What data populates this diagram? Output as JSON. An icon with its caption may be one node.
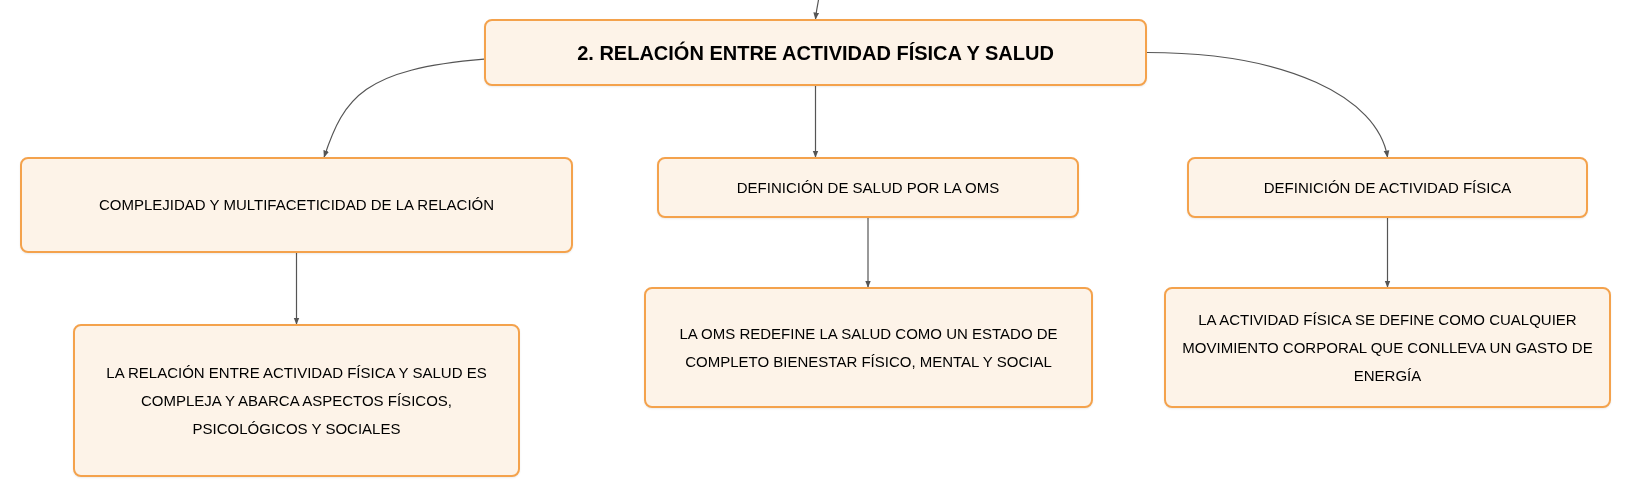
{
  "diagram": {
    "nodes": [
      {
        "text": [
          "2. RELACIÓN ENTRE ACTIVIDAD FÍSICA Y SALUD"
        ]
      },
      {
        "text": [
          "COMPLEJIDAD Y MULTIFACETICIDAD DE LA RELACIÓN"
        ]
      },
      {
        "text": [
          "DEFINICIÓN DE SALUD POR LA OMS"
        ]
      },
      {
        "text": [
          "DEFINICIÓN DE ACTIVIDAD FÍSICA"
        ]
      },
      {
        "text": [
          "LA RELACIÓN ENTRE ACTIVIDAD FÍSICA Y SALUD ES COMPLEJA Y ABARCA ASPECTOS FÍSICOS, PSICOLÓGICOS Y SOCIALES"
        ]
      },
      {
        "text": [
          "LA OMS REDEFINE LA SALUD COMO UN ESTADO DE COMPLETO BIENESTAR FÍSICO, MENTAL Y SOCIAL"
        ]
      },
      {
        "text": [
          "LA ACTIVIDAD FÍSICA SE DEFINE COMO CUALQUIER MOVIMIENTO CORPORAL QUE CONLLEVA UN GASTO DE ENERGÍA"
        ]
      }
    ],
    "edges": [
      {
        "from": null,
        "to": 0,
        "arrow": "to"
      },
      {
        "from": 0,
        "to": 1,
        "arrow": "to"
      },
      {
        "from": 0,
        "to": 2,
        "arrow": "to"
      },
      {
        "from": 0,
        "to": 3,
        "arrow": "to"
      },
      {
        "from": 1,
        "to": 4,
        "arrow": "to"
      },
      {
        "from": 2,
        "to": 5,
        "arrow": "to"
      },
      {
        "from": 3,
        "to": 6,
        "arrow": "to"
      }
    ]
  }
}
